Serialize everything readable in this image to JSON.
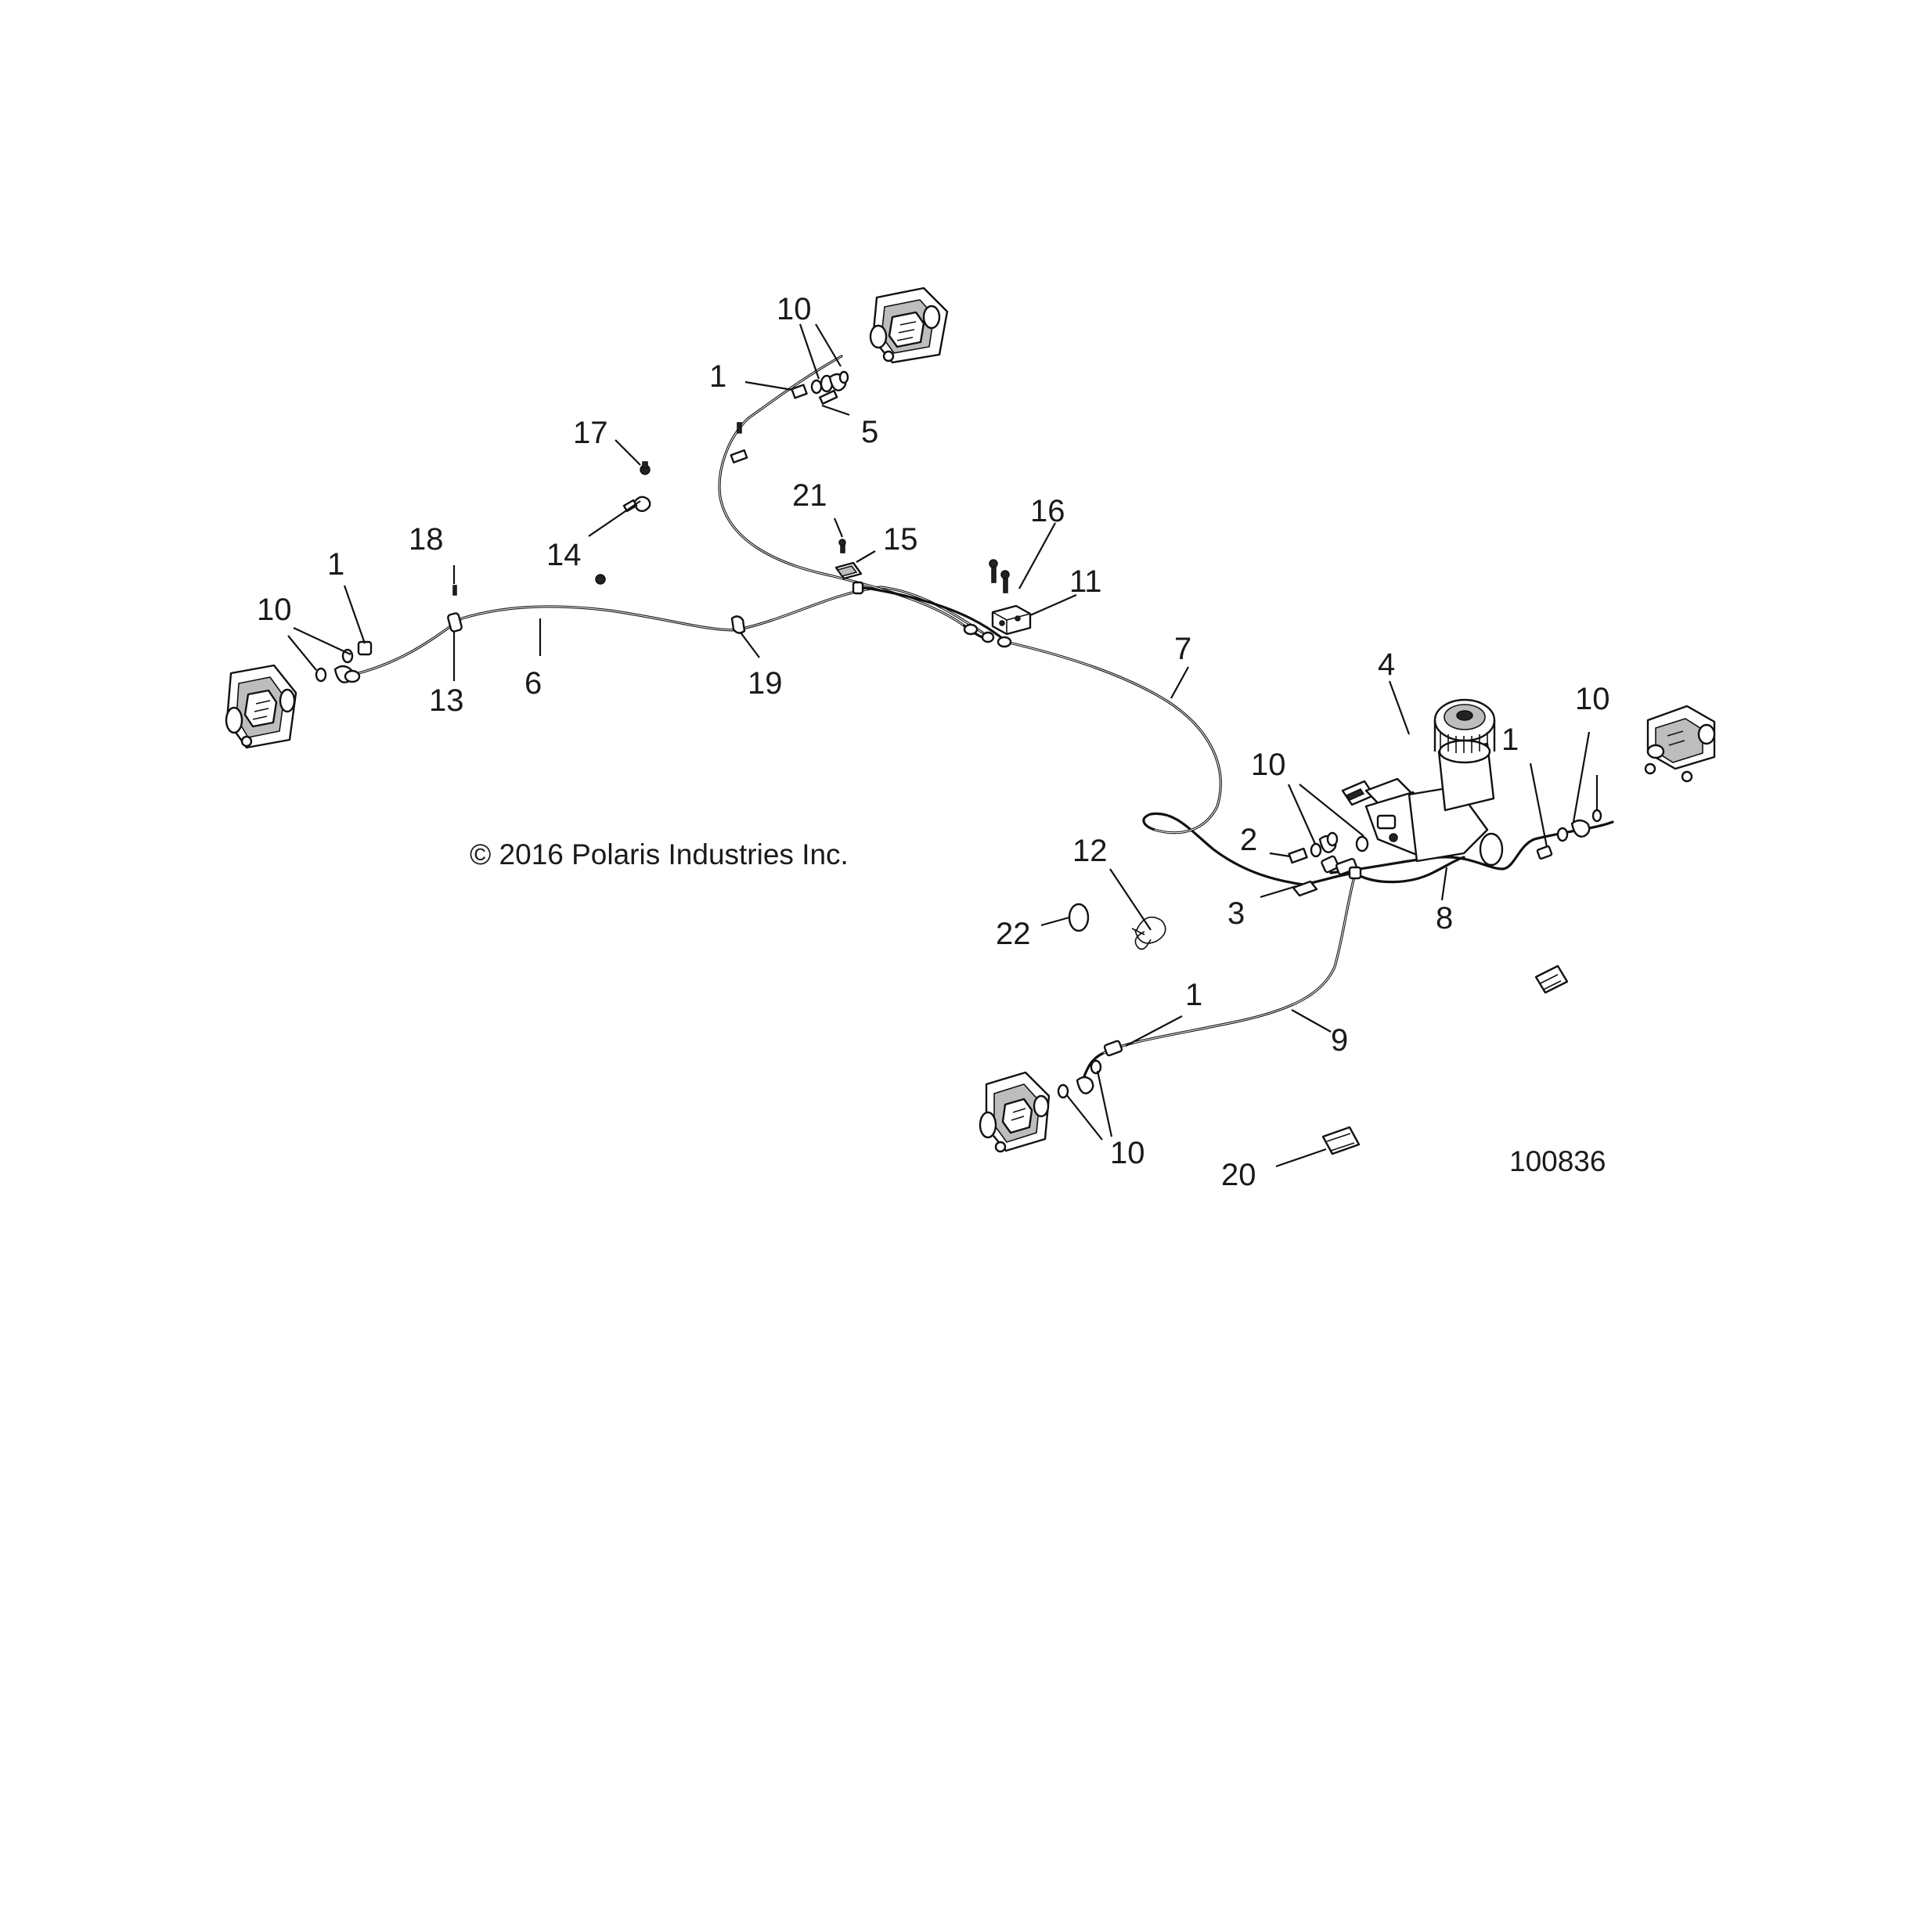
{
  "diagram": {
    "copyright": "© 2016 Polaris Industries Inc.",
    "figure_number": "100836",
    "callouts": [
      {
        "id": "callout-10-front-right",
        "text": "10"
      },
      {
        "id": "callout-1-front-right",
        "text": "1"
      },
      {
        "id": "callout-5",
        "text": "5"
      },
      {
        "id": "callout-17",
        "text": "17"
      },
      {
        "id": "callout-21",
        "text": "21"
      },
      {
        "id": "callout-15",
        "text": "15"
      },
      {
        "id": "callout-16",
        "text": "16"
      },
      {
        "id": "callout-18",
        "text": "18"
      },
      {
        "id": "callout-14",
        "text": "14"
      },
      {
        "id": "callout-11",
        "text": "11"
      },
      {
        "id": "callout-1-front-left",
        "text": "1"
      },
      {
        "id": "callout-10-front-left",
        "text": "10"
      },
      {
        "id": "callout-7",
        "text": "7"
      },
      {
        "id": "callout-13",
        "text": "13"
      },
      {
        "id": "callout-6",
        "text": "6"
      },
      {
        "id": "callout-19",
        "text": "19"
      },
      {
        "id": "callout-4",
        "text": "4"
      },
      {
        "id": "callout-10-rear-right",
        "text": "10"
      },
      {
        "id": "callout-1-rear-right",
        "text": "1"
      },
      {
        "id": "callout-10-center",
        "text": "10"
      },
      {
        "id": "callout-2",
        "text": "2"
      },
      {
        "id": "callout-12",
        "text": "12"
      },
      {
        "id": "callout-3",
        "text": "3"
      },
      {
        "id": "callout-8",
        "text": "8"
      },
      {
        "id": "callout-22",
        "text": "22"
      },
      {
        "id": "callout-1-rear-left",
        "text": "1"
      },
      {
        "id": "callout-9",
        "text": "9"
      },
      {
        "id": "callout-10-rear-left",
        "text": "10"
      },
      {
        "id": "callout-20",
        "text": "20"
      }
    ]
  }
}
